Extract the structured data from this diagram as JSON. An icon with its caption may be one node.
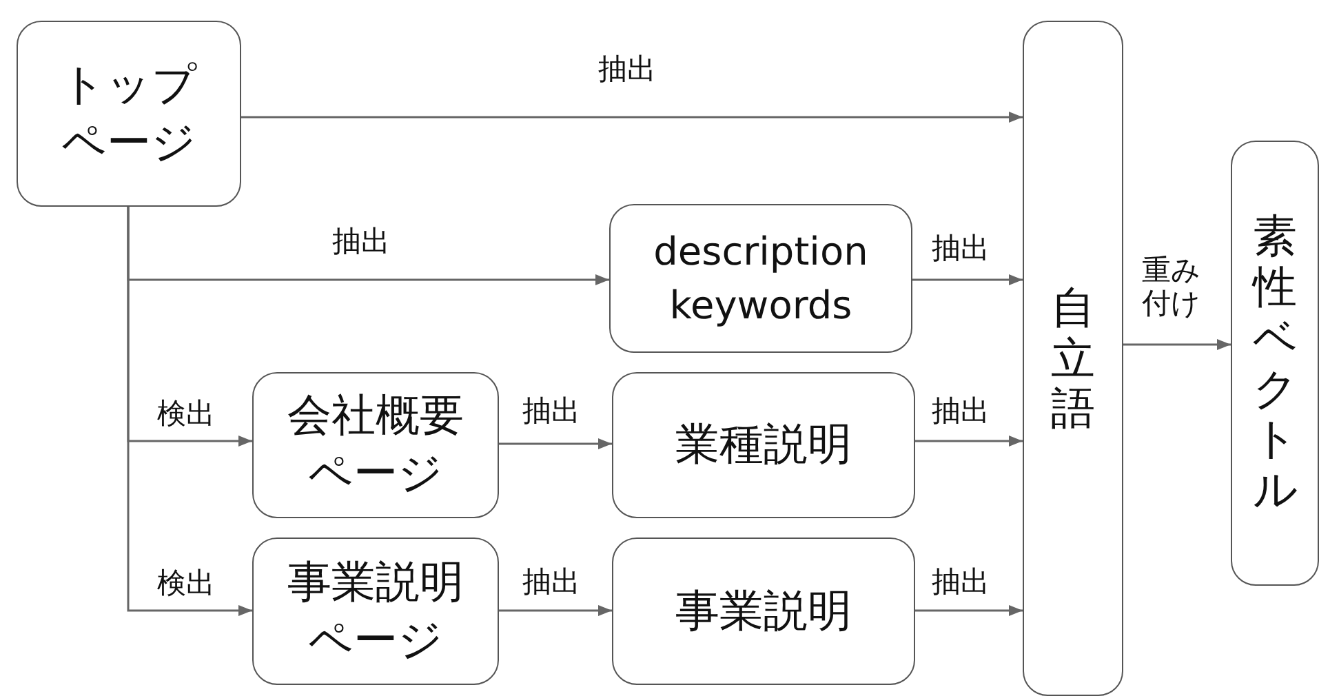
{
  "diagram": {
    "nodes": [
      {
        "text": [
          "トップページ"
        ]
      },
      {
        "text": [
          "description keywords"
        ]
      },
      {
        "text": [
          "会社概要ページ"
        ]
      },
      {
        "text": [
          "業種説明"
        ]
      },
      {
        "text": [
          "事業説明ページ"
        ]
      },
      {
        "text": [
          "事業説明"
        ]
      },
      {
        "text": [
          "自立語"
        ]
      },
      {
        "text": [
          "素性ベクトル"
        ]
      }
    ],
    "edges": [
      {
        "from": 0,
        "to": 6,
        "arrow": "to",
        "label": "抽出"
      },
      {
        "from": 0,
        "to": 1,
        "arrow": "to",
        "label": "抽出"
      },
      {
        "from": 0,
        "to": 2,
        "arrow": "to",
        "label": "検出"
      },
      {
        "from": 0,
        "to": 4,
        "arrow": "to",
        "label": "検出"
      },
      {
        "from": 1,
        "to": 6,
        "arrow": "to",
        "label": "抽出"
      },
      {
        "from": 2,
        "to": 3,
        "arrow": "to",
        "label": "抽出"
      },
      {
        "from": 3,
        "to": 6,
        "arrow": "to",
        "label": "抽出"
      },
      {
        "from": 4,
        "to": 5,
        "arrow": "to",
        "label": "抽出"
      },
      {
        "from": 5,
        "to": 6,
        "arrow": "to",
        "label": "抽出"
      },
      {
        "from": 6,
        "to": 7,
        "arrow": "to",
        "label": "重み付け"
      }
    ]
  }
}
